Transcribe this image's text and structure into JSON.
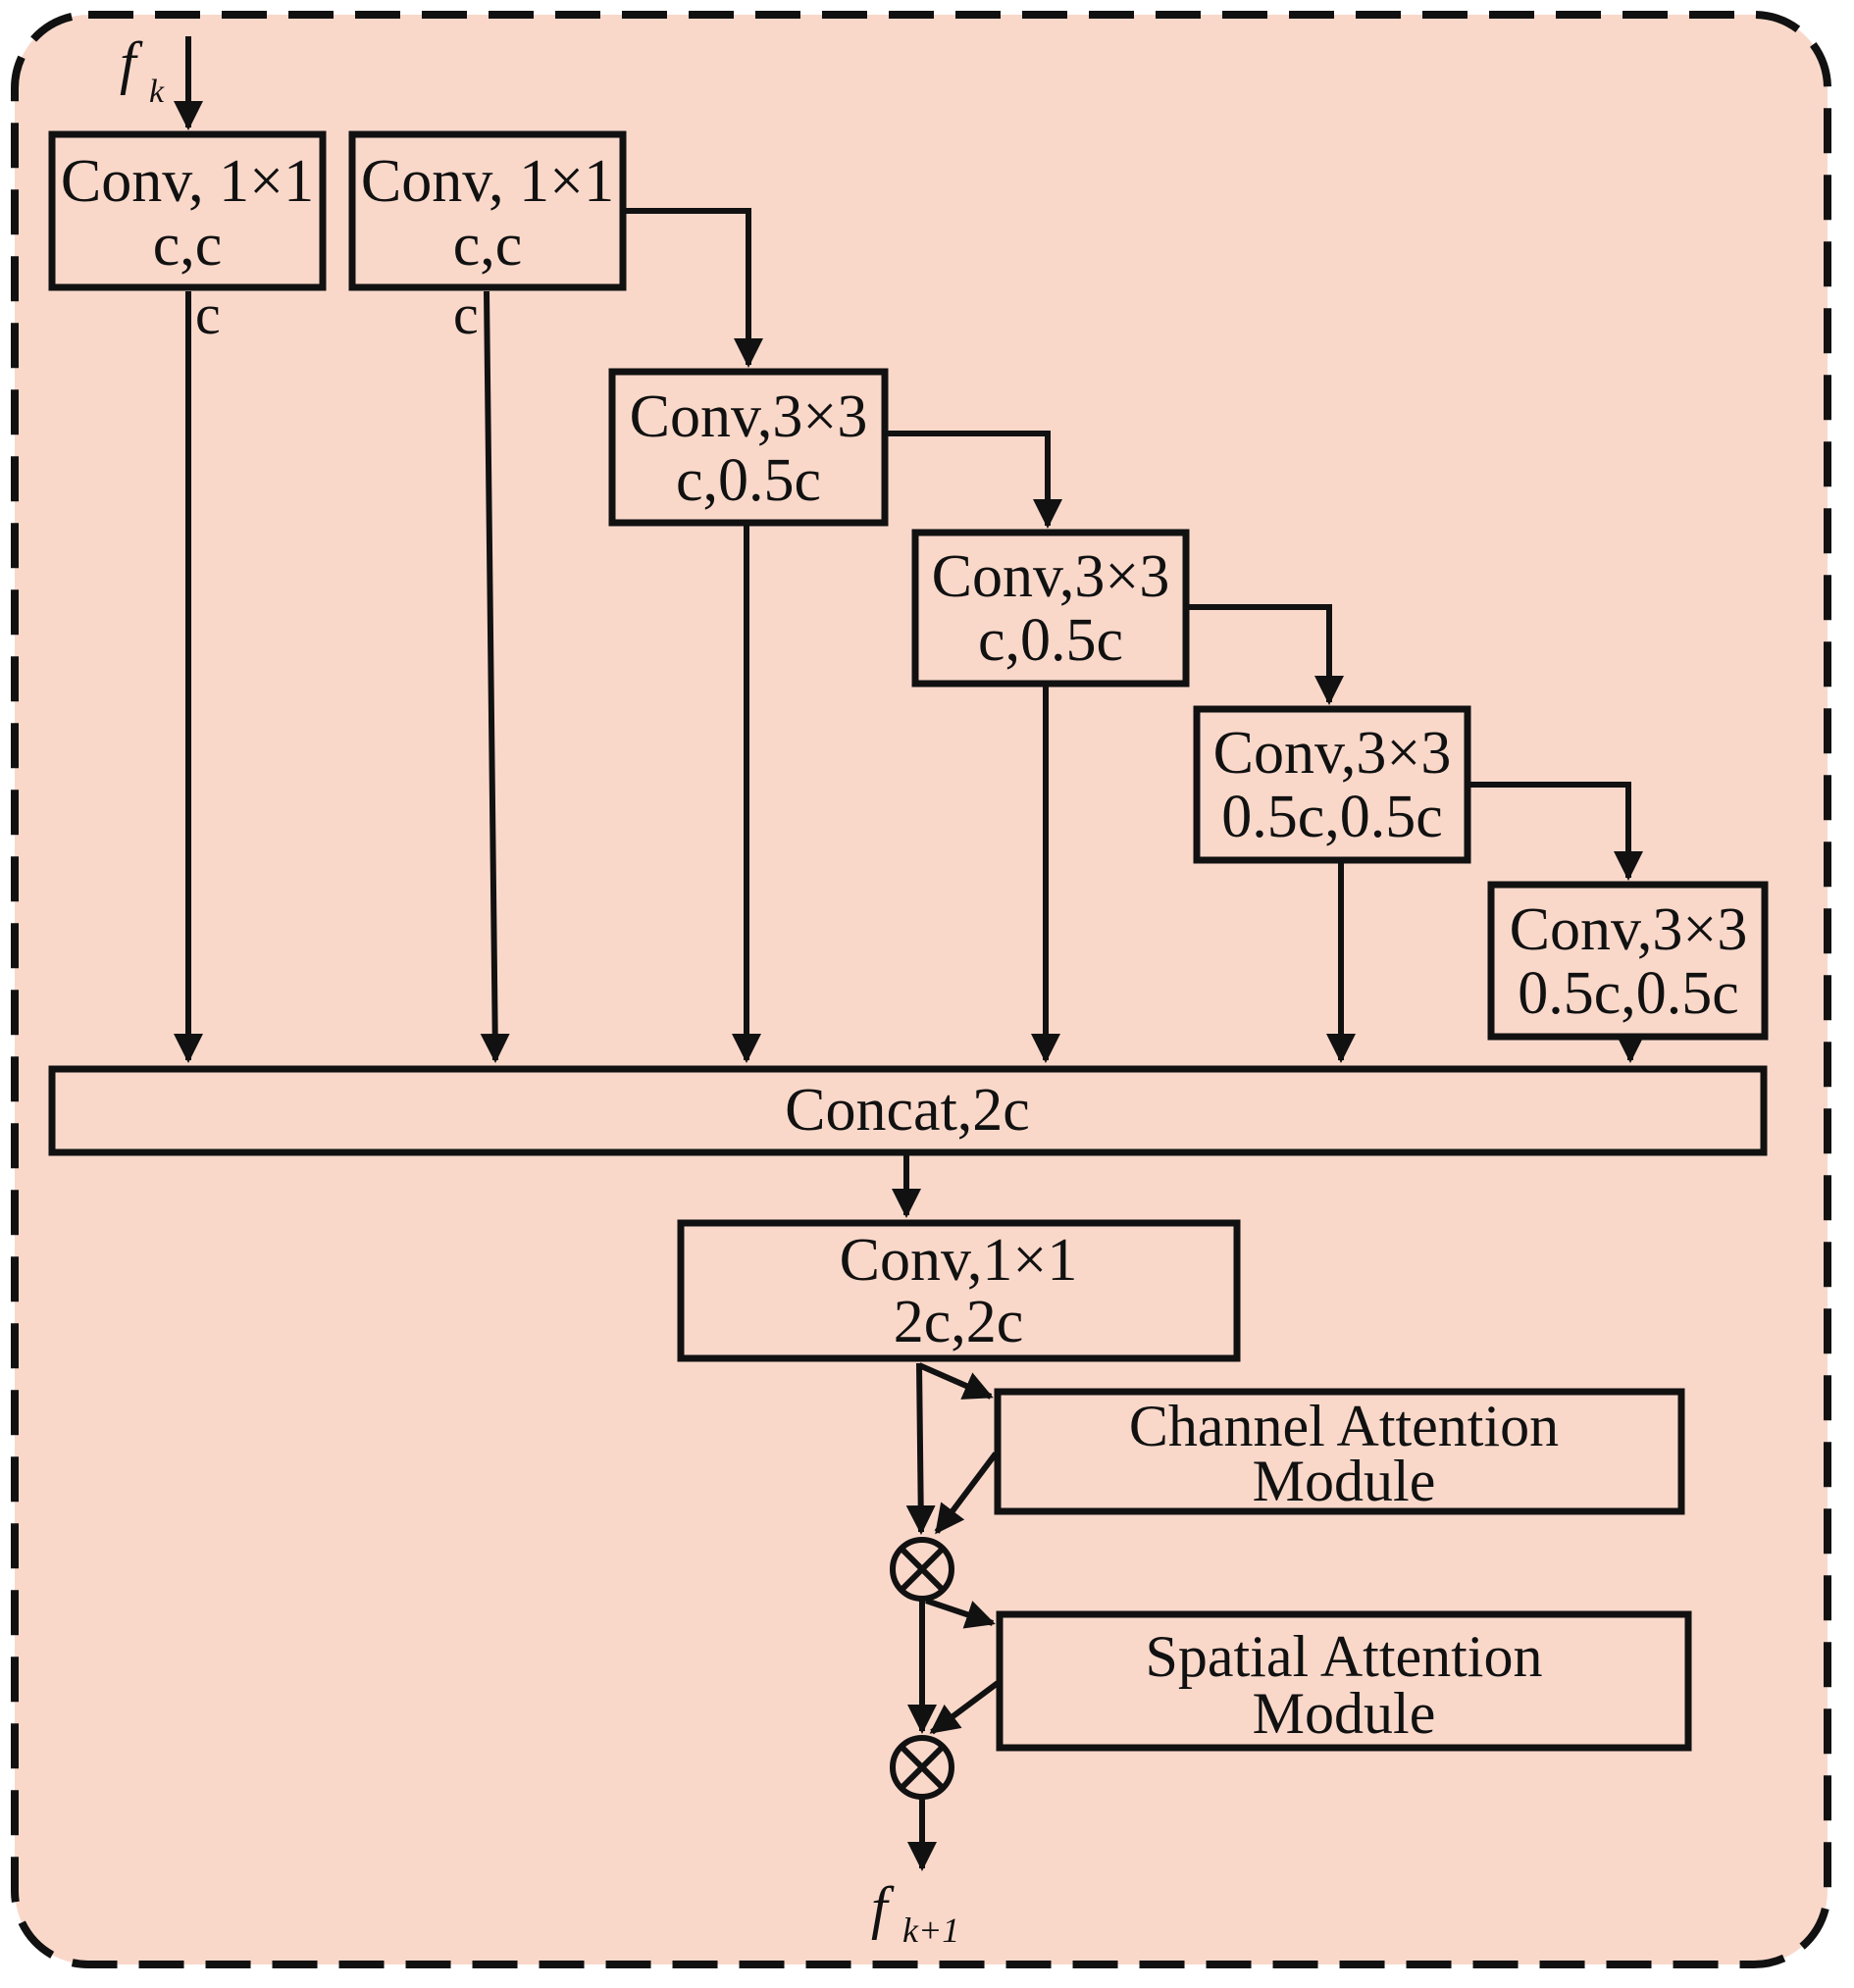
{
  "colors": {
    "background": "#F9D8CA",
    "stroke": "#111111",
    "page": "#FFFFFF"
  },
  "input_label": {
    "main": "f",
    "sub": "k"
  },
  "output_label": {
    "main": "f",
    "sub": "k+1"
  },
  "blocks": [
    {
      "id": "conv1x1_a",
      "line1": "Conv, 1×1",
      "line2": "c,c",
      "out_label": "c"
    },
    {
      "id": "conv1x1_b",
      "line1": "Conv, 1×1",
      "line2": "c,c",
      "out_label": "c"
    },
    {
      "id": "conv3x3_a",
      "line1": "Conv,3×3",
      "line2": "c,0.5c"
    },
    {
      "id": "conv3x3_b",
      "line1": "Conv,3×3",
      "line2": "c,0.5c"
    },
    {
      "id": "conv3x3_c",
      "line1": "Conv,3×3",
      "line2": "0.5c,0.5c"
    },
    {
      "id": "conv3x3_d",
      "line1": "Conv,3×3",
      "line2": "0.5c,0.5c"
    }
  ],
  "concat": {
    "label": "Concat,2c"
  },
  "fuse_conv": {
    "line1": "Conv,1×1",
    "line2": "2c,2c"
  },
  "channel_attention": {
    "line1": "Channel Attention",
    "line2": "Module"
  },
  "spatial_attention": {
    "line1": "Spatial Attention",
    "line2": "Module"
  },
  "operators": [
    {
      "id": "multiply-1",
      "symbol": "⊗"
    },
    {
      "id": "multiply-2",
      "symbol": "⊗"
    }
  ]
}
